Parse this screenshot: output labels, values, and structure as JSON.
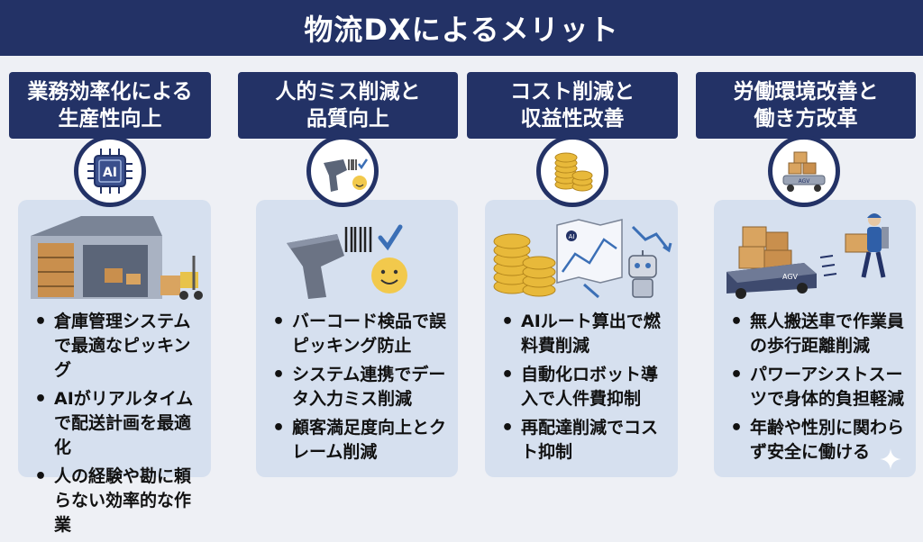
{
  "title": "物流DXによるメリット",
  "columns": [
    {
      "head1": "業務効率化による",
      "head2": "生産性向上",
      "icon": "ai-chip-icon",
      "bullets": [
        "倉庫管理システムで最適なピッキング",
        "AIがリアルタイムで配送計画を最適化",
        "人の経験や勘に頼らない効率的な作業"
      ]
    },
    {
      "head1": "人的ミス削減と",
      "head2": "品質向上",
      "icon": "barcode-scanner-icon",
      "bullets": [
        "バーコード検品で誤ピッキング防止",
        "システム連携でデータ入力ミス削減",
        "顧客満足度向上とクレーム削減"
      ]
    },
    {
      "head1": "コスト削減と",
      "head2": "収益性改善",
      "icon": "coins-icon",
      "bullets": [
        "AIルート算出で燃料費削減",
        "自動化ロボット導入で人件費抑制",
        "再配達削減でコスト抑制"
      ]
    },
    {
      "head1": "労働環境改善と",
      "head2": "働き方改革",
      "icon": "agv-icon",
      "bullets": [
        "無人搬送車で作業員の歩行距離削減",
        "パワーアシストスーツで身体的負担軽減",
        "年齢や性別に関わらず安全に働ける"
      ]
    }
  ],
  "labels": {
    "ai": "AI",
    "agv": "AGV"
  },
  "colors": {
    "navy": "#233266",
    "card": "#d6e0ef",
    "background": "#eef0f5",
    "gold": "#e8b93a",
    "check": "#3b6fb6"
  }
}
